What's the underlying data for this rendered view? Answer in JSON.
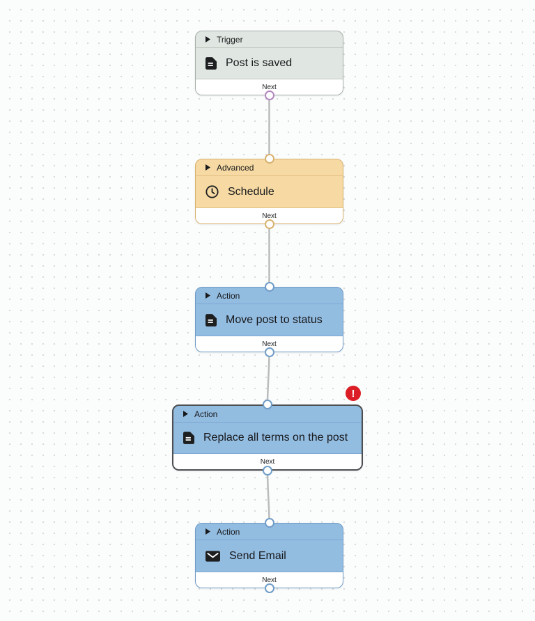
{
  "canvas": {
    "background_color": "#fbfcfc",
    "dot_color": "#d6d9d9",
    "connector_color": "#b9bcbc"
  },
  "error_badge": {
    "symbol": "!",
    "color": "#dc1f26",
    "attached_to_node": "Replace all terms on the post"
  },
  "nodes": [
    {
      "category": "Trigger",
      "title": "Post is saved",
      "icon": "document-icon",
      "footer_label": "Next",
      "has_input_port": false,
      "has_error": false,
      "colors": {
        "fill": "#e0e6e1",
        "border": "#a7aea8",
        "separator": "#c2c9c3",
        "port_out": "#b287bf"
      }
    },
    {
      "category": "Advanced",
      "title": "Schedule",
      "icon": "clock-icon",
      "footer_label": "Next",
      "has_input_port": true,
      "has_error": false,
      "colors": {
        "fill": "#f6d9a3",
        "border": "#d8b26e",
        "separator": "#e1c083",
        "port_in": "#d8b26e",
        "port_out": "#d8b26e"
      }
    },
    {
      "category": "Action",
      "title": "Move post to status",
      "icon": "document-icon",
      "footer_label": "Next",
      "has_input_port": true,
      "has_error": false,
      "colors": {
        "fill": "#93bce1",
        "border": "#6f9cc7",
        "separator": "#7ea8d3",
        "port_in": "#6f9cc7",
        "port_out": "#6f9cc7"
      }
    },
    {
      "category": "Action",
      "title": "Replace all terms on the post",
      "icon": "document-icon",
      "footer_label": "Next",
      "has_input_port": true,
      "has_error": true,
      "colors": {
        "fill": "#93bce1",
        "border": "#4d4f52",
        "separator": "#7ea8d3",
        "port_in": "#6f9cc7",
        "port_out": "#6f9cc7"
      }
    },
    {
      "category": "Action",
      "title": "Send Email",
      "icon": "envelope-icon",
      "footer_label": "Next",
      "has_input_port": true,
      "has_error": false,
      "colors": {
        "fill": "#93bce1",
        "border": "#6f9cc7",
        "separator": "#7ea8d3",
        "port_in": "#6f9cc7",
        "port_out": "#6f9cc7"
      }
    }
  ]
}
